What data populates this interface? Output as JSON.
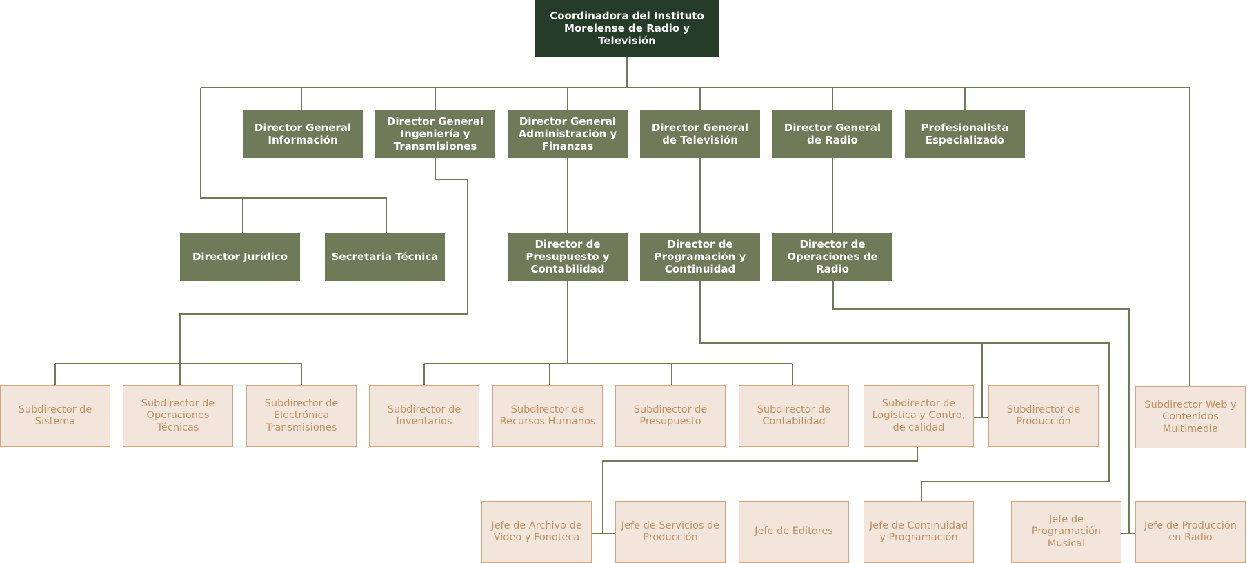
{
  "colors": {
    "top": "#253c28",
    "director": "#6e7a58",
    "sub_fill": "#f2e6dc",
    "sub_text": "#c09060",
    "sub_border": "#d4a47c",
    "connector": "#6e7a58"
  },
  "org_chart": {
    "top": "Coordinadora del Instituto Morelense de Radio y Televisión",
    "director_generals": [
      "Director General Información",
      "Director General Ingeniería y Transmisiones",
      "Director General Administración y Finanzas",
      "Director General de Televisión",
      "Director General de Radio",
      "Profesionalista Especializado"
    ],
    "directors": [
      "Director  Jurídico",
      "Secretaria Técnica",
      "Director de Presupuesto y Contabilidad",
      "Director de Programación y Continuidad",
      "Director de Operaciones de Radio"
    ],
    "subdirectors": [
      "Subdirector de Sistema",
      "Subdirector de Operaciones Técnicas",
      "Subdirector de Electrónica Transmisiones",
      "Subdirector  de Inventarios",
      "Subdirector de Recursos Humanos",
      "Subdirector de Presupuesto",
      "Subdirector de Contabilidad",
      "Subdirector de Logística y Contro, de calidad",
      "Subdirector de Producción",
      "Subdirector Web y Contenidos Multimedia"
    ],
    "jefes": [
      "Jefe de Archivo de Video y Fonoteca",
      "Jefe de Servicios de Producción",
      "Jefe de Editores",
      "Jefe de Continuidad y Programación",
      "Jefe de Programación Musical",
      "Jefe de Producción en Radio"
    ]
  }
}
